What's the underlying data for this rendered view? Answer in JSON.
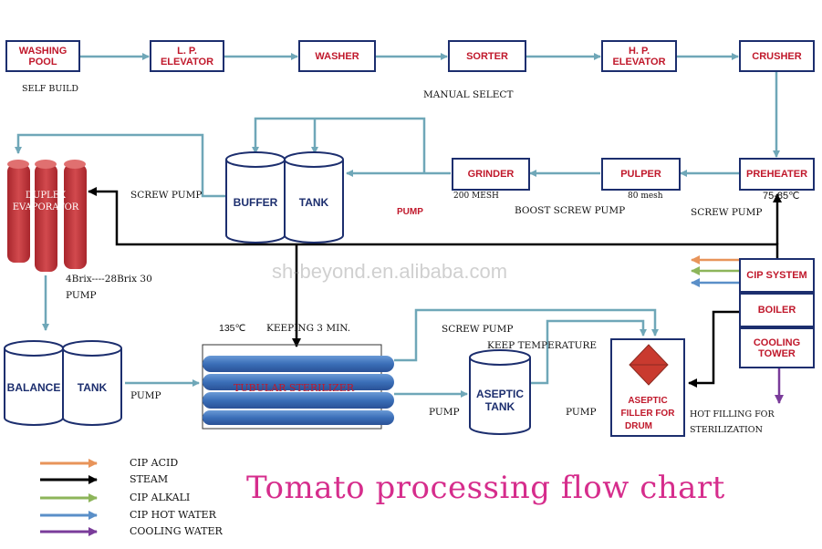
{
  "boxes": {
    "washing_pool": "WASHING POOL",
    "lp_elevator": "L. P. ELEVATOR",
    "washer": "WASHER",
    "sorter": "SORTER",
    "hp_elevator": "H. P. ELEVATOR",
    "crusher": "CRUSHER",
    "preheater": "PREHEATER",
    "pulper": "PULPER",
    "grinder": "GRINDER",
    "cip_system": "CIP SYSTEM",
    "boiler": "BOILER",
    "cooling_tower_1": "COOLING",
    "cooling_tower_2": "TOWER"
  },
  "vessels": {
    "buffer": "BUFFER",
    "tank": "TANK",
    "duplex_1": "DUPLEX",
    "duplex_2": "EVAPORATOR",
    "balance": "BALANCE",
    "balance_tank": "TANK",
    "sterilizer": "TUBULAR STERILIZER",
    "aseptic_1": "ASEPTIC",
    "aseptic_2": "TANK",
    "filler_1": "ASEPTIC",
    "filler_2": "FILLER FOR",
    "filler_3": "DRUM"
  },
  "labels": {
    "self_build": "SELF BUILD",
    "manual_select": "MANUAL SELECT",
    "screw_pump_1": "SCREW PUMP",
    "pump_red": "PUMP",
    "mesh_200": "200 MESH",
    "boost_screw_pump": "BOOST SCREW PUMP",
    "mesh_80": "80 mesh",
    "screw_pump_2": "SCREW PUMP",
    "temp_75_85": "75-85℃",
    "brix": "4Brix----28Brix 30",
    "pump_1": "PUMP",
    "temp_135": "135℃",
    "keeping": "KEEPING 3 MIN.",
    "screw_pump_3": "SCREW PUMP",
    "keep_temperature": "KEEP TEMPERATURE",
    "pump_2": "PUMP",
    "pump_3": "PUMP",
    "pump_4": "PUMP",
    "hot_filling_1": "HOT FILLING FOR",
    "hot_filling_2": "STERILIZATION"
  },
  "legend": [
    {
      "label": "CIP ACID",
      "color": "#e8945a"
    },
    {
      "label": "STEAM",
      "color": "#000000"
    },
    {
      "label": "CIP ALKALI",
      "color": "#8db55a"
    },
    {
      "label": "CIP HOT WATER",
      "color": "#5a8fc8"
    },
    {
      "label": "COOLING WATER",
      "color": "#7a3c9a"
    }
  ],
  "colors": {
    "flow_line": "#6fa7b8",
    "box_border": "#1c2e6e",
    "box_text": "#c0182b",
    "title": "#d62d8c"
  },
  "watermark": "sh-beyond.en.alibaba.com",
  "title": "Tomato processing flow chart"
}
